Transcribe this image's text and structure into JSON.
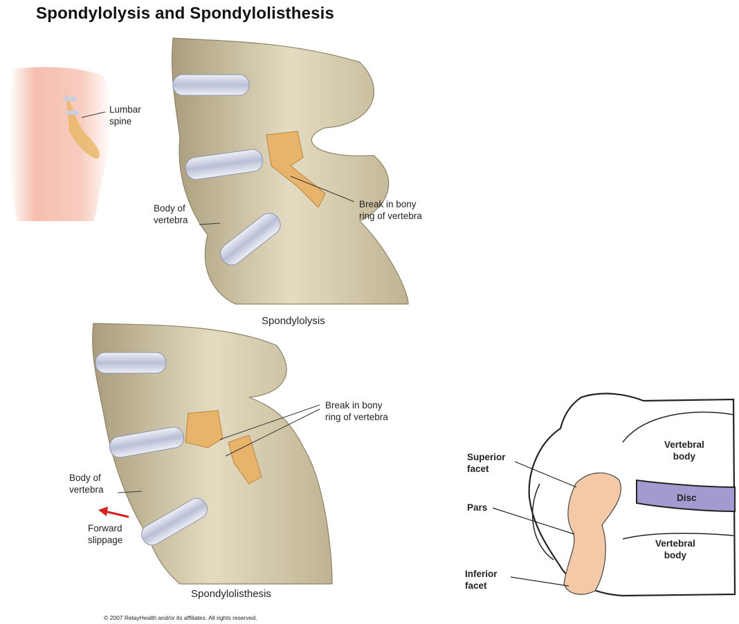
{
  "title": "Spondylolysis and Spondylolisthesis",
  "torso": {
    "lumbar_label": [
      "Lumbar",
      "spine"
    ]
  },
  "upper": {
    "body_label": [
      "Body of",
      "vertebra"
    ],
    "break_label": [
      "Break in bony",
      "ring of vertebra"
    ],
    "caption": "Spondylolysis"
  },
  "lower": {
    "break_label": [
      "Break in bony",
      "ring of vertebra"
    ],
    "body_label": [
      "Body of",
      "vertebra"
    ],
    "slip_label": [
      "Forward",
      "slippage"
    ],
    "caption": "Spondylolisthesis"
  },
  "copyright": "© 2007 RelayHealth and/or its affiliates.  All rights reserved.",
  "facet": {
    "superior": [
      "Superior",
      "facet"
    ],
    "pars": "Pars",
    "inferior": [
      "Inferior",
      "facet"
    ],
    "vertebral_top": [
      "Vertebral",
      "body"
    ],
    "disc": "Disc",
    "vertebral_bottom": [
      "Vertebral",
      "body"
    ]
  },
  "colors": {
    "bone": "#d9cfb0",
    "disc": "#c9cfe2",
    "fracture": "#e8b36a",
    "skin": "#f6c1b2",
    "arrow": "#d61f1f",
    "pars_fill": "#f3c9a8",
    "disc_purple": "#a59ad0"
  }
}
